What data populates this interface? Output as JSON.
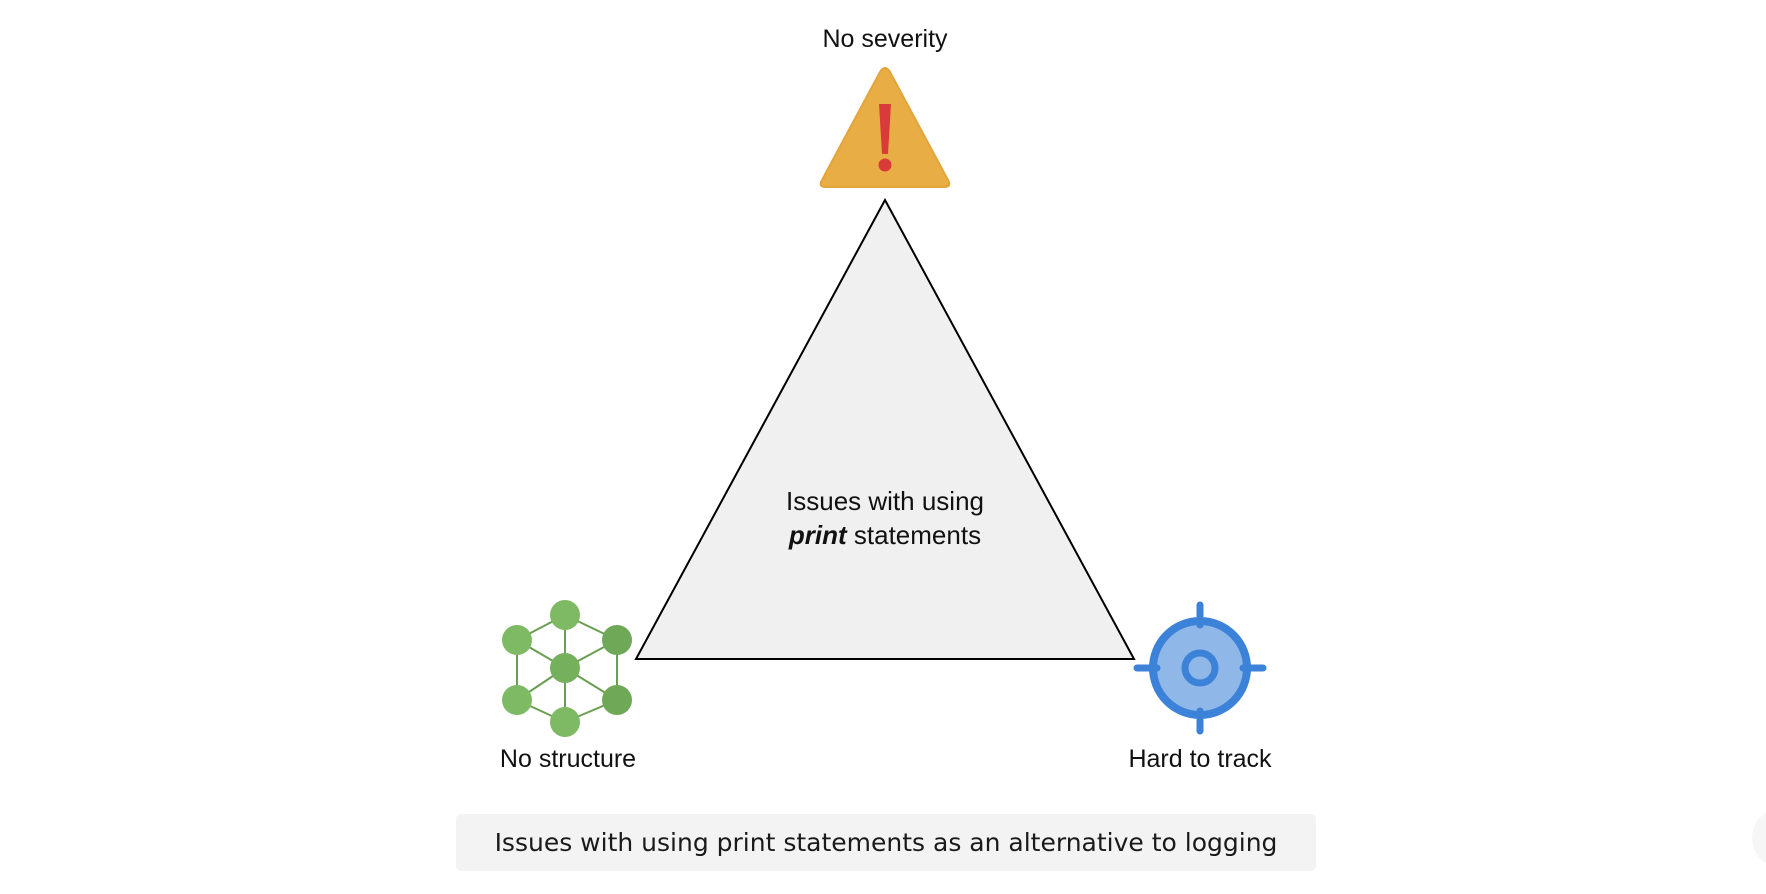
{
  "diagram": {
    "top_label": "No severity",
    "left_label": "No structure",
    "right_label": "Hard to track",
    "center_line1": "Issues with using",
    "center_emphasis": "print",
    "center_line2_rest": " statements",
    "caption": "Issues with using print statements as an alternative to logging",
    "icons": {
      "top": "warning-icon",
      "left": "molecule-structure-icon",
      "right": "target-icon"
    },
    "colors": {
      "triangle_fill": "#f0f0f0",
      "triangle_stroke": "#000000",
      "warning_fill": "#e8ae45",
      "warning_mark": "#d93a3a",
      "structure_green": "#7dba63",
      "target_blue": "#3b82d8",
      "target_light": "#8fb8e8"
    }
  }
}
